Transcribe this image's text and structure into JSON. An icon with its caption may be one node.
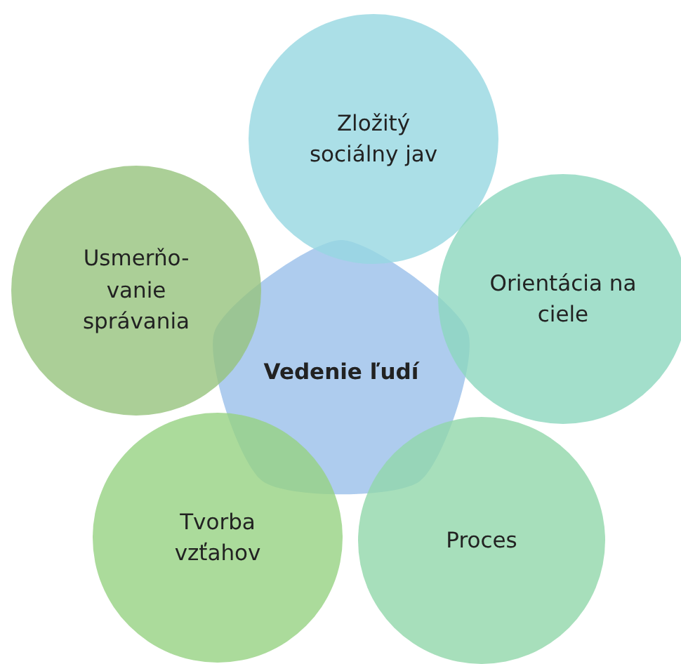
{
  "diagram": {
    "nodes": [
      {
        "text": [
          "Vedenie ľudí"
        ]
      },
      {
        "text": [
          "Zložitý sociálny jav"
        ]
      },
      {
        "text": [
          "Orientácia na ciele"
        ]
      },
      {
        "text": [
          "Proces"
        ]
      },
      {
        "text": [
          "Tvorba vzťahov"
        ]
      },
      {
        "text": [
          "Usmerňo- vanie správania"
        ]
      }
    ]
  }
}
